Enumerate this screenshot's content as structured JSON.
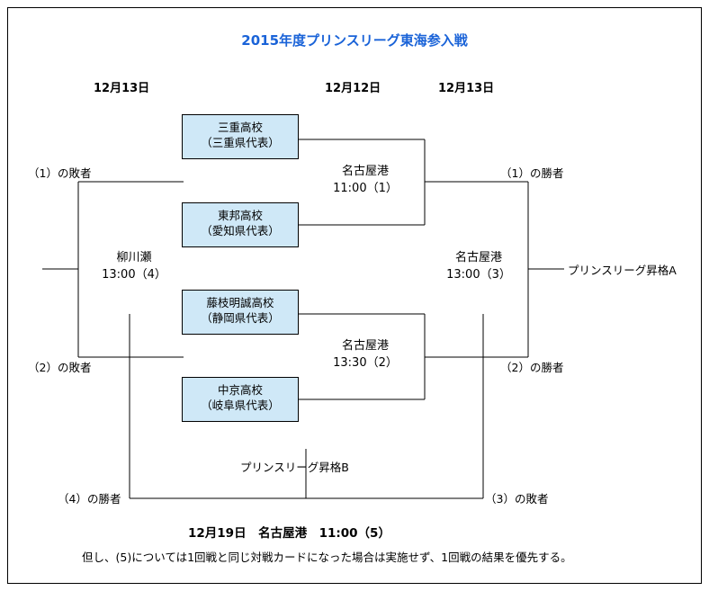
{
  "title": "2015年度プリンスリーグ東海参入戦",
  "title_color": "#1a63d8",
  "box_fill_color": "#cfe8f7",
  "date_headers": [
    {
      "label": "12月13日"
    },
    {
      "label": "12月12日"
    },
    {
      "label": "12月13日"
    }
  ],
  "teams": [
    {
      "name": "三重高校",
      "pref": "（三重県代表）"
    },
    {
      "name": "東邦高校",
      "pref": "（愛知県代表）"
    },
    {
      "name": "藤枝明誠高校",
      "pref": "（静岡県代表）"
    },
    {
      "name": "中京高校",
      "pref": "（岐阜県代表）"
    }
  ],
  "matches": [
    {
      "venue": "名古屋港",
      "time": "11:00（1）"
    },
    {
      "venue": "名古屋港",
      "time": "13:30（2）"
    },
    {
      "venue": "名古屋港",
      "time": "13:00（3）"
    },
    {
      "venue": "柳川瀬",
      "time": "13:00（4）"
    }
  ],
  "side_labels": {
    "loser1": "（1）の敗者",
    "loser2": "（2）の敗者",
    "winner1": "（1）の勝者",
    "winner2": "（2）の勝者",
    "winner4": "（4）の勝者",
    "loser3": "（3）の敗者",
    "promotion_a": "プリンスリーグ昇格A",
    "promotion_b": "プリンスリーグ昇格B"
  },
  "footer": {
    "line1": "12月19日　名古屋港　11:00（5）",
    "line2": "但し、(5)については1回戦と同じ対戦カードになった場合は実施せず、1回戦の結果を優先する。"
  }
}
